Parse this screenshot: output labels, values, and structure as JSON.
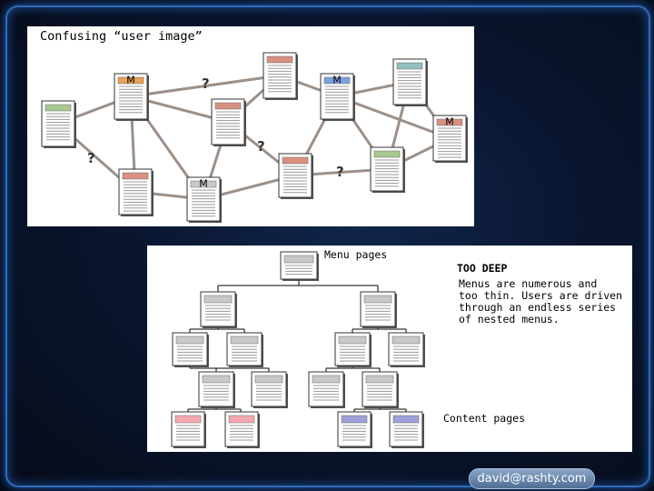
{
  "panel1": {
    "title": "Confusing “user image”",
    "question_mark": "?",
    "menu_letter": "M"
  },
  "panel2": {
    "menu_pages_label": "Menu pages",
    "too_deep_label": "TOO DEEP",
    "too_deep_description": "Menus are numerous and\ntoo thin. Users are driven\nthrough an endless series\nof nested menus.",
    "content_pages_label": "Content pages"
  },
  "footer": {
    "email": "david@rashty.com"
  },
  "colors": {
    "background": "#0c1426",
    "frame_glow": "#2e6cb8",
    "header_orange": "#e8a050",
    "header_blue": "#7fa0e0",
    "header_rose": "#d89080",
    "header_green": "#a8c890",
    "header_teal": "#90c0c0",
    "header_gray": "#c8c8c8",
    "content_pink": "#f4a8b0",
    "content_purple": "#9ea0d8"
  }
}
